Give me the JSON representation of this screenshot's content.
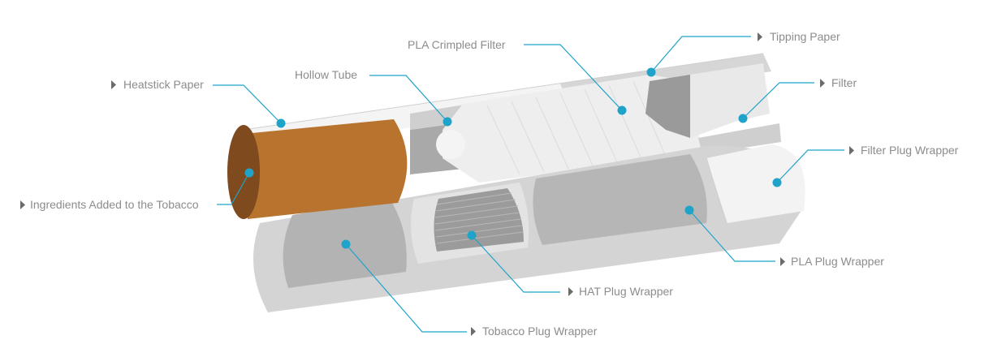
{
  "labels": {
    "heatstick_paper": "Heatstick Paper",
    "hollow_tube": "Hollow Tube",
    "pla_crimpled_filter": "PLA Crimpled Filter",
    "tipping_paper": "Tipping Paper",
    "filter": "Filter",
    "filter_plug_wrapper": "Filter Plug Wrapper",
    "ingredients": "Ingredients Added to the Tobacco",
    "pla_plug_wrapper": "PLA Plug Wrapper",
    "hat_plug_wrapper": "HAT Plug Wrapper",
    "tobacco_plug_wrapper": "Tobacco Plug Wrapper"
  },
  "colors": {
    "leader": "#1fa3c9",
    "label_text": "#8c8c8c",
    "tobacco": "#b8742e",
    "tobacco_end": "#7e4a1e",
    "wrapper_light": "#e6e6e6",
    "wrapper_mid": "#c9c9c9",
    "wrapper_dark": "#9e9e9e"
  },
  "icons": {
    "label_marker": "triangle-right-icon",
    "anchor_marker": "dot-icon"
  }
}
